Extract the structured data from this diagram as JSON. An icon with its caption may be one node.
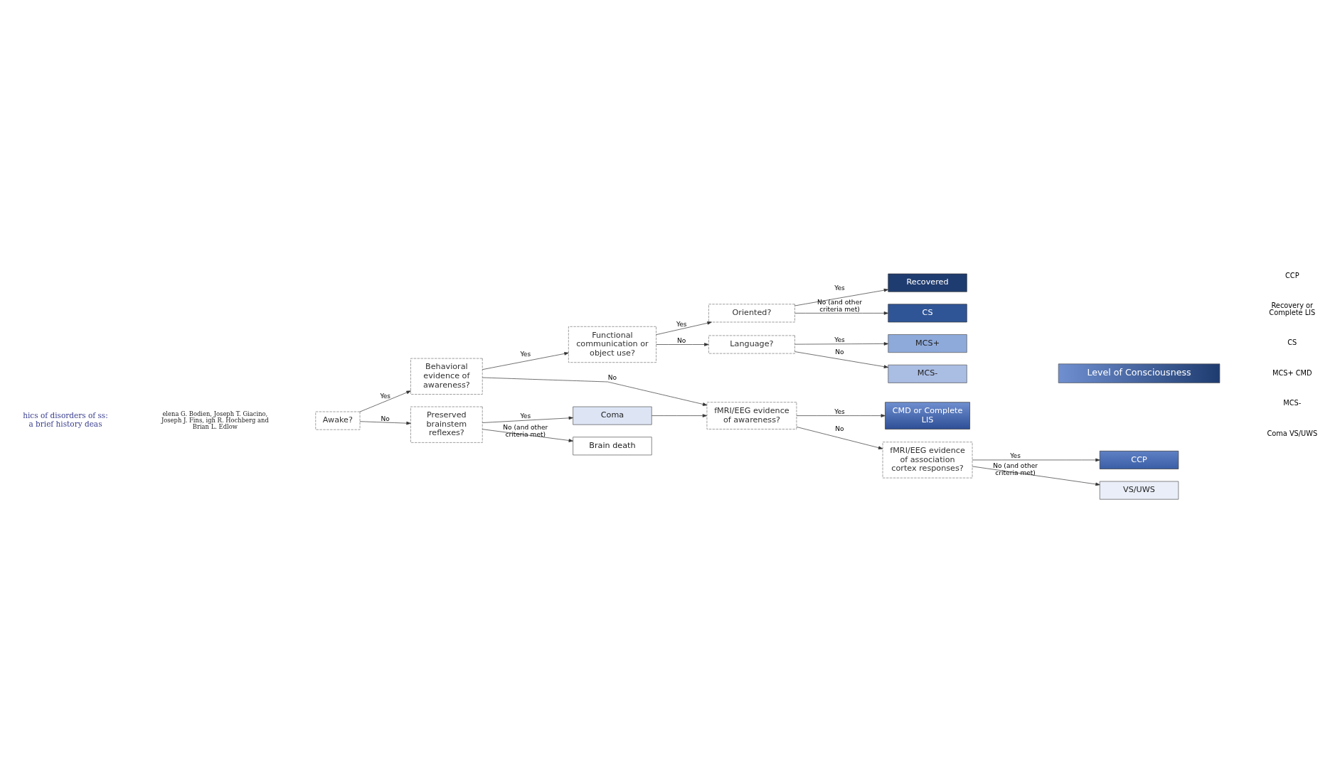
{
  "diagram": {
    "nodes": [
      {
        "text": [
          "Awake?"
        ]
      },
      {
        "text": [
          "Behavioral evidence of awareness?"
        ]
      },
      {
        "text": [
          "Preserved brainstem reflexes?"
        ]
      },
      {
        "text": [
          "Functional communication or object use?"
        ]
      },
      {
        "text": [
          "fMRI/EEG evidence of awareness?"
        ]
      },
      {
        "text": [
          "Coma"
        ]
      },
      {
        "text": [
          "Brain death"
        ]
      },
      {
        "text": [
          "Oriented?"
        ]
      },
      {
        "text": [
          "Language?"
        ]
      },
      {
        "text": [
          "CMD or Complete LIS"
        ]
      },
      {
        "text": [
          "fMRI/EEG evidence of association cortex responses?"
        ]
      },
      {
        "text": [
          "Recovered"
        ]
      },
      {
        "text": [
          "CS"
        ]
      },
      {
        "text": [
          "MCS+"
        ]
      },
      {
        "text": [
          "MCS-"
        ]
      },
      {
        "text": [
          "CCP"
        ]
      },
      {
        "text": [
          "VS/UWS"
        ]
      }
    ],
    "edges": [
      {
        "from": 0,
        "to": 1,
        "arrow": "to",
        "label": "Yes"
      },
      {
        "from": 0,
        "to": 2,
        "arrow": "to",
        "label": "No"
      },
      {
        "from": 1,
        "to": 3,
        "arrow": "to",
        "label": "Yes"
      },
      {
        "from": 1,
        "to": 4,
        "arrow": "to",
        "label": "No"
      },
      {
        "from": 2,
        "to": 5,
        "arrow": "to",
        "label": "Yes"
      },
      {
        "from": 2,
        "to": 6,
        "arrow": "to",
        "label": "No (and other criteria met)"
      },
      {
        "from": 5,
        "to": 4,
        "arrow": "to"
      },
      {
        "from": 3,
        "to": 7,
        "arrow": "to",
        "label": "Yes"
      },
      {
        "from": 3,
        "to": 8,
        "arrow": "to",
        "label": "No"
      },
      {
        "from": 4,
        "to": 9,
        "arrow": "to",
        "label": "Yes"
      },
      {
        "from": 4,
        "to": 10,
        "arrow": "to",
        "label": "No"
      },
      {
        "from": 7,
        "to": 11,
        "arrow": "to",
        "label": "Yes"
      },
      {
        "from": 7,
        "to": 12,
        "arrow": "to",
        "label": "No (and other criteria met)"
      },
      {
        "from": 8,
        "to": 13,
        "arrow": "to",
        "label": "Yes"
      },
      {
        "from": 8,
        "to": 14,
        "arrow": "to",
        "label": "No"
      },
      {
        "from": 10,
        "to": 15,
        "arrow": "to",
        "label": "Yes"
      },
      {
        "from": 10,
        "to": 16,
        "arrow": "to",
        "label": "No (and other criteria met)"
      }
    ],
    "labels": [
      "hics of disorders of ss: a brief history deas",
      "elena G. Bodien, Joseph T. Giacino, Joseph J. Fins, igh R. Hochberg and Brian L. Edlow",
      "Level of Consciousness",
      "Coma VS/UWS",
      "MCS-",
      "MCS+ CMD",
      "CS",
      "Recovery or Complete LIS",
      "CCP"
    ]
  }
}
